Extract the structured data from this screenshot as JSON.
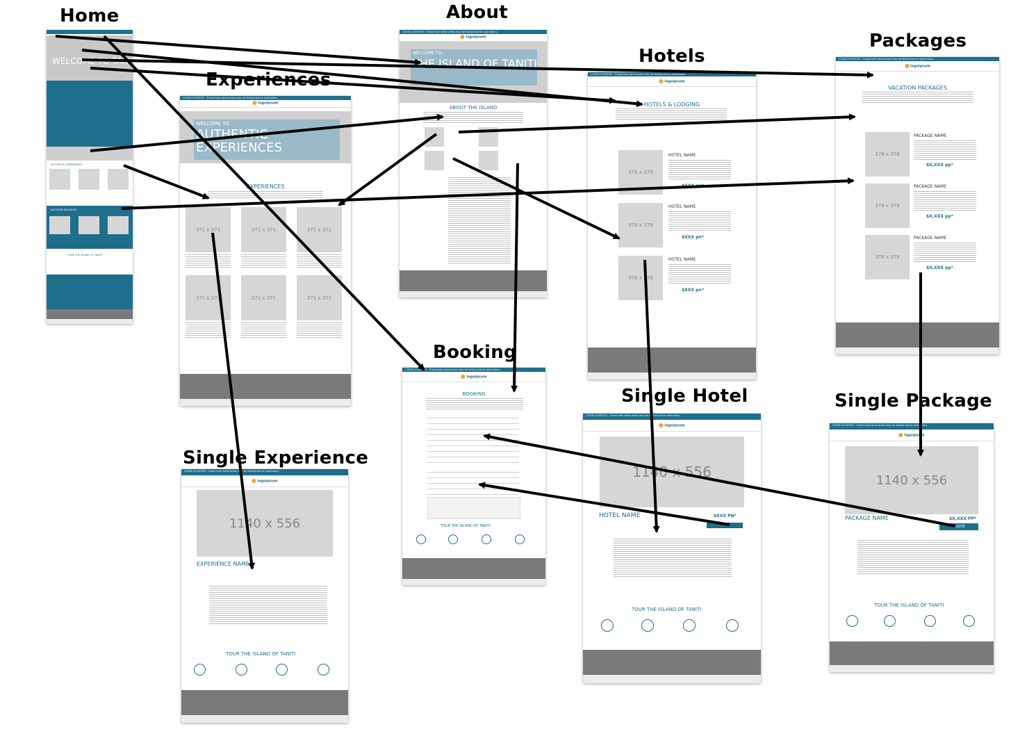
{
  "pages": {
    "home": {
      "title": "Home",
      "hero_text": "WELCOME TO TANITI",
      "section1": "AUTHENTIC EXPERIENCES",
      "section2": "VACATION PACKAGES",
      "tour": "TOUR THE ISLAND OF TANITI"
    },
    "about": {
      "title": "About",
      "hero_small": "WELCOME TO",
      "hero_big": "THE ISLAND OF TANITI",
      "section": "ABOUT THE ISLAND"
    },
    "experiences": {
      "title": "Experiences",
      "hero_small": "WELCOME TO",
      "hero_big": "AUTHENTIC EXPERIENCES",
      "section": "EXPERIENCES",
      "ph": "371 x 371"
    },
    "hotels": {
      "title": "Hotels",
      "section": "HOTELS & LODGING",
      "item": "HOTEL NAME",
      "ph": "378 x 378",
      "price": "$XXX pn*"
    },
    "packages": {
      "title": "Packages",
      "section": "VACATION PACKAGES",
      "item": "PACKAGE NAME",
      "ph": "378 x 378",
      "price": "$X,XXX pp*"
    },
    "booking": {
      "title": "Booking",
      "section": "BOOKING",
      "tour": "TOUR THE ISLAND OF TANITI"
    },
    "single_experience": {
      "title": "Single Experience",
      "ph": "1140 x 556",
      "name": "EXPERIENCE NAME",
      "tour": "TOUR THE ISLAND OF TANITI"
    },
    "single_hotel": {
      "title": "Single Hotel",
      "ph": "1140 x 556",
      "name": "HOTEL NAME",
      "price": "$XXX PN*",
      "tour": "TOUR THE ISLAND OF TANITI"
    },
    "single_package": {
      "title": "Single Package",
      "ph": "1140 x 556",
      "name": "PACKAGE NAME",
      "price": "$X,XXX PP*",
      "button": "QUOTE",
      "tour": "TOUR THE ISLAND OF TANITI"
    }
  },
  "notice": "COVID-19 NOTICE : Travel from some areas may be limited due to restrictions.",
  "logo": "logoipsum",
  "colors": {
    "brand": "#1f6e8c",
    "footer": "#7a7a7a",
    "placeholder": "#d6d6d6",
    "arrow": "#000000"
  }
}
